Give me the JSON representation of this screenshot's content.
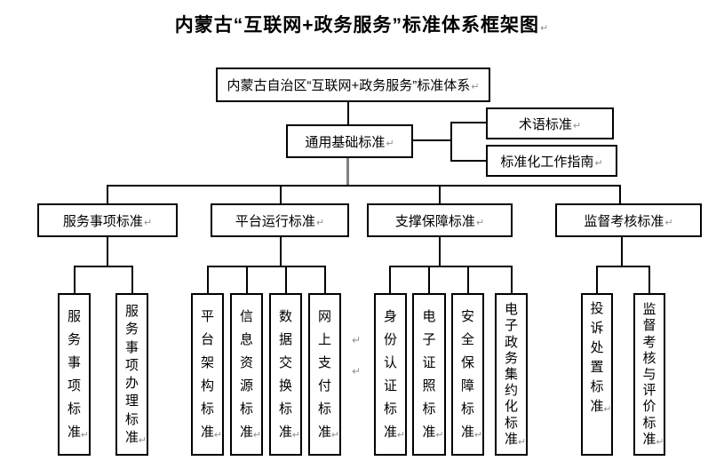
{
  "meta": {
    "return_mark": "↵"
  },
  "title": {
    "text": "内蒙古“互联网+政务服务”标准体系框架图"
  },
  "root": {
    "text": "内蒙古自治区“互联网+政务服务”标准体系"
  },
  "general": {
    "text": "通用基础标准"
  },
  "side_boxes": [
    {
      "text": "术语标准"
    },
    {
      "text": "标准化工作指南"
    }
  ],
  "branches": [
    {
      "text": "服务事项标准",
      "children": [
        {
          "text": "服务事项标准"
        },
        {
          "text": "服务事项办理标准"
        }
      ]
    },
    {
      "text": "平台运行标准",
      "children": [
        {
          "text": "平台架构标准"
        },
        {
          "text": "信息资源标准"
        },
        {
          "text": "数据交换标准"
        },
        {
          "text": "网上支付标准"
        }
      ]
    },
    {
      "text": "支撑保障标准",
      "children": [
        {
          "text": "身份认证标准"
        },
        {
          "text": "电子证照标准"
        },
        {
          "text": "安全保障标准"
        },
        {
          "text": "电子政务集约化标准"
        }
      ]
    },
    {
      "text": "监督考核标准",
      "children": [
        {
          "text": "投诉处置标准"
        },
        {
          "text": "监督考核与评价标准"
        }
      ]
    }
  ],
  "stray_marks": [
    "↵",
    "↵"
  ],
  "colors": {
    "line": "#000000",
    "center_line": "#808080",
    "mark": "#909090"
  }
}
